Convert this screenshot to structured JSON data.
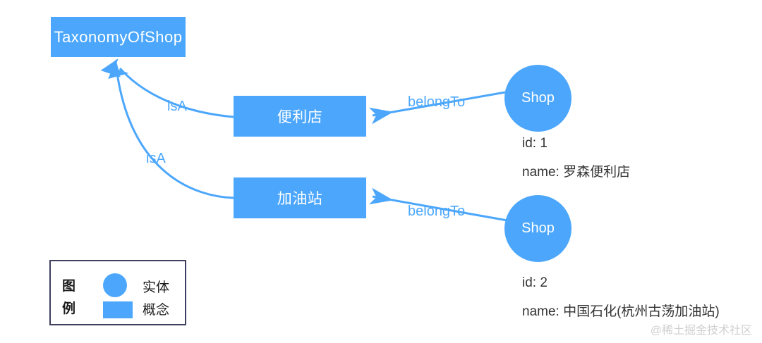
{
  "diagram": {
    "type": "knowledge-graph",
    "colors": {
      "node_blue": "#4ca7fc",
      "edge_blue": "#4ca7fc",
      "text_dark": "#333333",
      "legend_border": "#3f3f5f",
      "watermark": "#cfcfcf",
      "background": "#ffffff"
    },
    "concepts": [
      {
        "id": "taxonomy",
        "label": "TaxonomyOfShop",
        "shape": "rect"
      },
      {
        "id": "convenience",
        "label": "便利店",
        "shape": "rect"
      },
      {
        "id": "gas",
        "label": "加油站",
        "shape": "rect"
      }
    ],
    "entities": [
      {
        "id": "shop1",
        "label": "Shop",
        "shape": "circle",
        "properties": [
          {
            "key": "id",
            "text": "id: 1"
          },
          {
            "key": "name",
            "text": "name: 罗森便利店"
          }
        ]
      },
      {
        "id": "shop2",
        "label": "Shop",
        "shape": "circle",
        "properties": [
          {
            "key": "id",
            "text": "id: 2"
          },
          {
            "key": "name",
            "text": "name: 中国石化(杭州古荡加油站)"
          }
        ]
      }
    ],
    "edges": [
      {
        "from": "convenience",
        "to": "taxonomy",
        "label": "isA"
      },
      {
        "from": "gas",
        "to": "taxonomy",
        "label": "isA"
      },
      {
        "from": "shop1",
        "to": "convenience",
        "label": "belongTo"
      },
      {
        "from": "shop2",
        "to": "gas",
        "label": "belongTo"
      }
    ]
  },
  "legend": {
    "title_chars": [
      "图",
      "例"
    ],
    "items": [
      {
        "shape": "circle",
        "label": "实体"
      },
      {
        "shape": "rect",
        "label": "概念"
      }
    ]
  },
  "watermark": {
    "text": "@稀土掘金技术社区"
  }
}
